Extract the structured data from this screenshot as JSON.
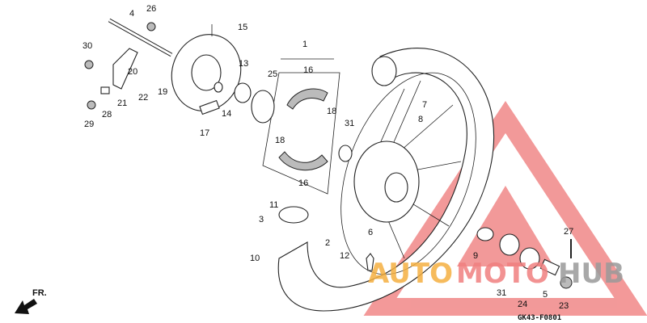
{
  "diagram": {
    "labels": {
      "p4": "4",
      "p26": "26",
      "p15": "15",
      "p30": "30",
      "p20": "20",
      "p21": "21",
      "p22": "22",
      "p19": "19",
      "p13": "13",
      "p25": "25",
      "p1": "1",
      "p16a": "16",
      "p18a": "18",
      "p28": "28",
      "p29": "29",
      "p17": "17",
      "p14": "14",
      "p18b": "18",
      "p31a": "31",
      "p7": "7",
      "p8": "8",
      "p16b": "16",
      "p6": "6",
      "p11": "11",
      "p3": "3",
      "p2": "2",
      "p10": "10",
      "p12": "12",
      "p9": "9",
      "p27": "27",
      "p31b": "31",
      "p24": "24",
      "p5": "5",
      "p23": "23"
    },
    "direction_label": "FR.",
    "diagram_code": "GK43-F0801"
  },
  "watermark": {
    "text_parts": [
      "AUTO",
      "MOTO",
      "HUB"
    ],
    "colors": {
      "auto": "#f5b041",
      "moto": "#f08080",
      "hub": "#9a9a9a",
      "triangle": "#f08080"
    }
  }
}
